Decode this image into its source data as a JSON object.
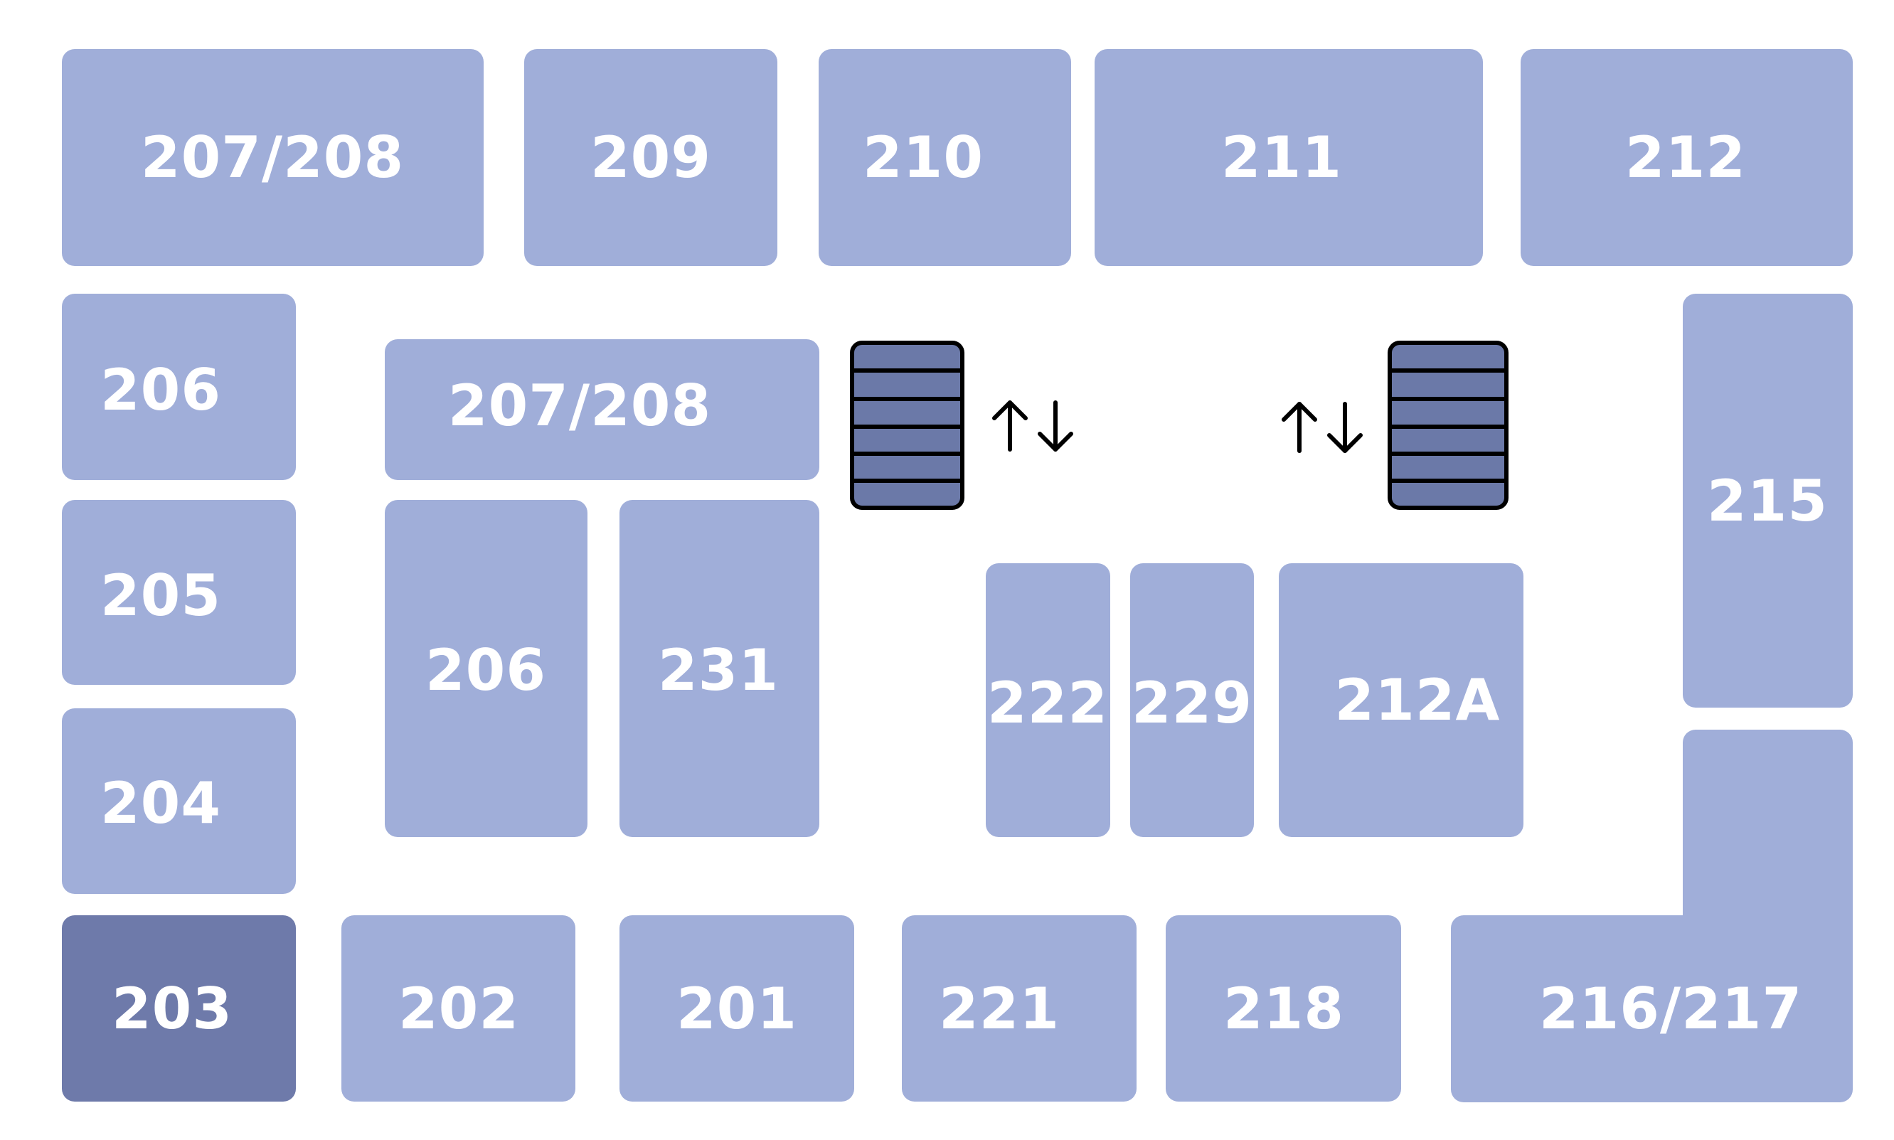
{
  "colors": {
    "room": "#a0aed9",
    "room_selected": "#6e7aaa",
    "stairs_fill": "#6b79a8",
    "label": "#ffffff"
  },
  "rooms": [
    {
      "id": "r-207-208-top",
      "label": "207/208",
      "selected": false
    },
    {
      "id": "r-209",
      "label": "209",
      "selected": false
    },
    {
      "id": "r-210",
      "label": "210",
      "selected": false
    },
    {
      "id": "r-211",
      "label": "211",
      "selected": false
    },
    {
      "id": "r-212",
      "label": "212",
      "selected": false
    },
    {
      "id": "r-206-left",
      "label": "206",
      "selected": false
    },
    {
      "id": "r-205",
      "label": "205",
      "selected": false
    },
    {
      "id": "r-204",
      "label": "204",
      "selected": false
    },
    {
      "id": "r-203",
      "label": "203",
      "selected": true
    },
    {
      "id": "r-207-208-mid",
      "label": "207/208",
      "selected": false
    },
    {
      "id": "r-206-mid",
      "label": "206",
      "selected": false
    },
    {
      "id": "r-231",
      "label": "231",
      "selected": false
    },
    {
      "id": "r-222",
      "label": "222",
      "selected": false
    },
    {
      "id": "r-229",
      "label": "229",
      "selected": false
    },
    {
      "id": "r-212A",
      "label": "212A",
      "selected": false
    },
    {
      "id": "r-215",
      "label": "215",
      "selected": false
    },
    {
      "id": "r-202",
      "label": "202",
      "selected": false
    },
    {
      "id": "r-201",
      "label": "201",
      "selected": false
    },
    {
      "id": "r-221",
      "label": "221",
      "selected": false
    },
    {
      "id": "r-218",
      "label": "218",
      "selected": false
    },
    {
      "id": "r-216-217",
      "label": "216/217",
      "selected": false
    }
  ],
  "icons": {
    "stairs": "stairs-icon",
    "elevator_arrows": "up-down-arrows-icon"
  }
}
